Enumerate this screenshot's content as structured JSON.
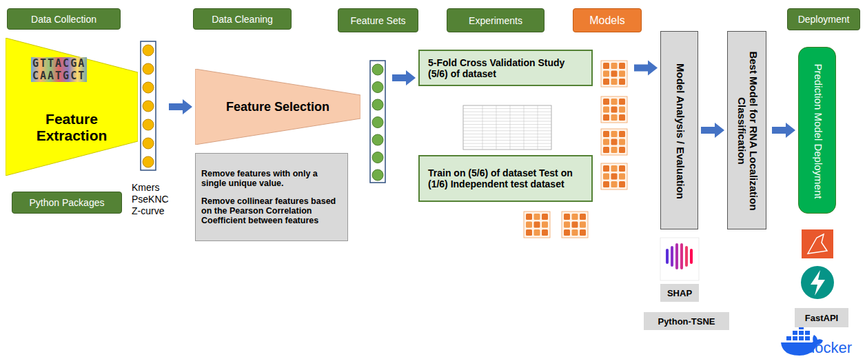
{
  "diagram": {
    "nodes": [
      {
        "text": [
          "Data Collection"
        ]
      },
      {
        "text": [
          "Feature Extraction"
        ]
      },
      {
        "text": [
          "Python Packages"
        ]
      },
      {
        "text": [
          "Data Cleaning"
        ]
      },
      {
        "text": [
          "Feature Selection"
        ]
      },
      {
        "text": [
          "Remove features with only a single unique value.",
          "Remove collinear features based on the Pearson Correlation Coefficient between features"
        ]
      },
      {
        "text": [
          "Feature Sets"
        ]
      },
      {
        "text": [
          "Experiments"
        ]
      },
      {
        "text": [
          "Models"
        ]
      },
      {
        "text": [
          "Deployment"
        ]
      },
      {
        "text": [
          "5-Fold Cross Validation Study (5/6) of dataset"
        ]
      },
      {
        "text": [
          "Train on (5/6) of dataset Test on (1/6) Independent test dataset"
        ]
      },
      {
        "text": [
          "Model Analysis / Evaluation"
        ]
      },
      {
        "text": [
          "Best Model for RNA Localization Classification"
        ]
      },
      {
        "text": [
          "Prediction Model Deployment"
        ]
      },
      {
        "text": [
          "SHAP"
        ]
      },
      {
        "text": [
          "Python-TSNE"
        ]
      },
      {
        "text": [
          "FastAPI"
        ]
      }
    ],
    "edges": [
      {
        "from": 1,
        "to": 4,
        "arrow": "to"
      },
      {
        "from": 4,
        "to": 10,
        "arrow": "to"
      },
      {
        "from": 10,
        "to": 12,
        "arrow": "to"
      },
      {
        "from": 12,
        "to": 13,
        "arrow": "to"
      },
      {
        "from": 13,
        "to": 14,
        "arrow": "to"
      }
    ],
    "labels": [
      "Kmers",
      "PseKNC",
      "Z-curve",
      "GTTACGA",
      "CAATGCT",
      "docker"
    ]
  }
}
